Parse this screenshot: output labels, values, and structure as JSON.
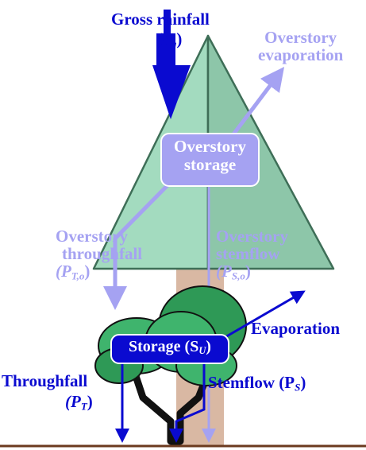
{
  "labels": {
    "gross_rainfall": "Gross rainfall",
    "gross_rainfall_symbol": "(P",
    "gross_rainfall_symbol_sub": "g",
    "gross_rainfall_symbol_close": ")",
    "overstory_evaporation_line1": "Overstory",
    "overstory_evaporation_line2": "evaporation",
    "overstory_storage_line1": "Overstory",
    "overstory_storage_line2": "storage",
    "overstory_throughfall_line1": "Overstory",
    "overstory_throughfall_line2": "throughfall",
    "overstory_throughfall_symbol": "(P",
    "overstory_throughfall_symbol_sub": "T,o",
    "overstory_throughfall_symbol_close": ")",
    "overstory_stemflow_line1": "Overstory",
    "overstory_stemflow_line2": "stemflow",
    "overstory_stemflow_symbol": "(P",
    "overstory_stemflow_symbol_sub": "S,o",
    "overstory_stemflow_symbol_close": ")",
    "storage": "Storage (S",
    "storage_sub": "U",
    "storage_close": ")",
    "evaporation": "Evaporation",
    "throughfall": "Throughfall",
    "throughfall_symbol": "(P",
    "throughfall_symbol_sub": "T",
    "throughfall_symbol_close": ")",
    "stemflow": "Stemflow (P",
    "stemflow_sub": "S",
    "stemflow_close": ")"
  },
  "colors": {
    "dark_flow": "#0a0ad0",
    "light_flow": "#a5a2f2",
    "overstory_canopy_light": "#a3dbbf",
    "overstory_canopy_dark": "#8dc6a9",
    "overstory_trunk": "#d9b8a3",
    "understory_canopy": "#3fb46d",
    "understory_canopy_shade": "#2e9956",
    "ground": "#6b3a1f"
  }
}
